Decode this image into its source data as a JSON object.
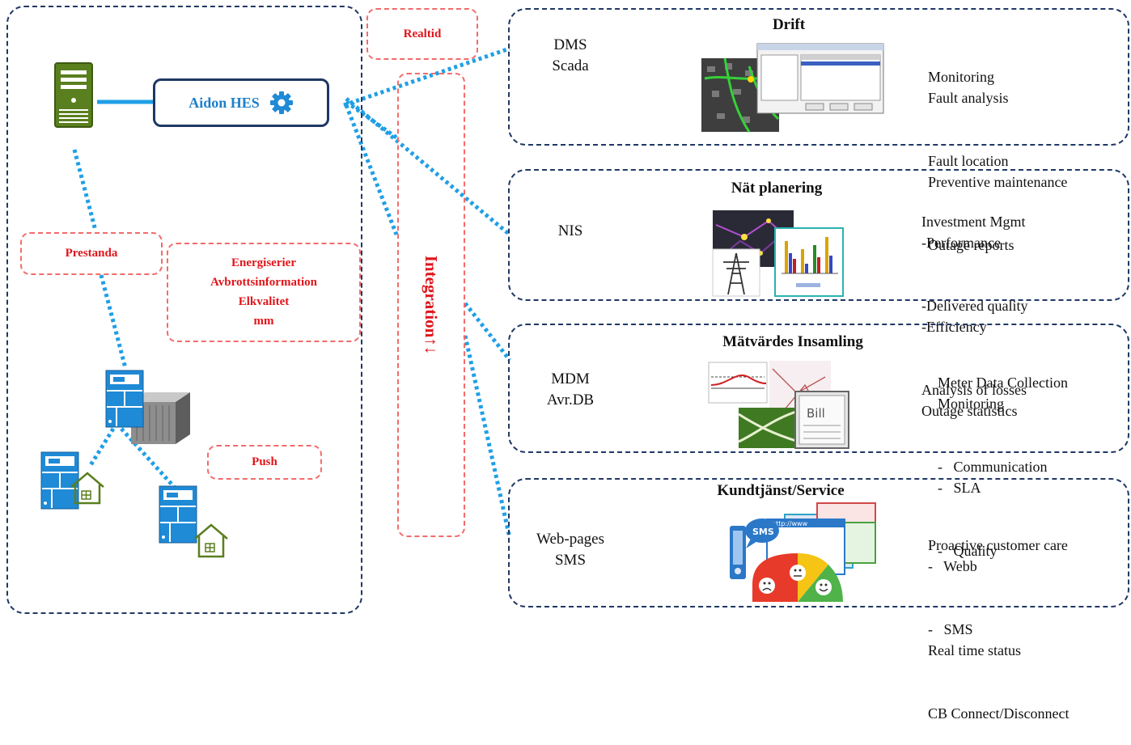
{
  "left": {
    "hes_label": "Aidon HES",
    "tags": {
      "prestanda": "Prestanda",
      "push": "Push"
    },
    "info_lines": [
      "Energiserier",
      "Avbrottsinformation",
      "Elkvalitet",
      "mm"
    ]
  },
  "middle": {
    "realtid": "Realtid",
    "integration": "Integration↑↓"
  },
  "panels": [
    {
      "system_lines": [
        "DMS",
        "Scada"
      ],
      "title": "Drift",
      "functions": [
        "Monitoring",
        "Fault analysis",
        "Fault location",
        "Preventive maintenance",
        "Outage reports"
      ]
    },
    {
      "system_lines": [
        "NIS"
      ],
      "title": "Nät planering",
      "functions": [
        "Investment Mgmt",
        "-Performance",
        "-Delivered quality",
        "-Efficiency",
        "Analysis of losses",
        "Outage statistics"
      ]
    },
    {
      "system_lines": [
        "MDM",
        "Avr.DB"
      ],
      "title": "Mätvärdes Insamling",
      "functions": [
        "Meter Data Collection",
        "Monitoring",
        "-   Communication",
        "-   SLA",
        "-   Quality"
      ]
    },
    {
      "system_lines": [
        "Web-pages",
        "SMS"
      ],
      "title": "Kundtjänst/Service",
      "functions": [
        "Proactive customer care",
        "-   Webb",
        "-   SMS",
        "Real time status",
        "CB Connect/Disconnect"
      ]
    }
  ],
  "images": {
    "bill_text": "Bill",
    "sms_badge": "SMS",
    "browser_url": "http://www"
  },
  "colors": {
    "dash_blue": "#1f3864",
    "link_blue": "#1f9fe6",
    "tag_red": "#e0151b",
    "server_green": "#5a7f1e"
  }
}
